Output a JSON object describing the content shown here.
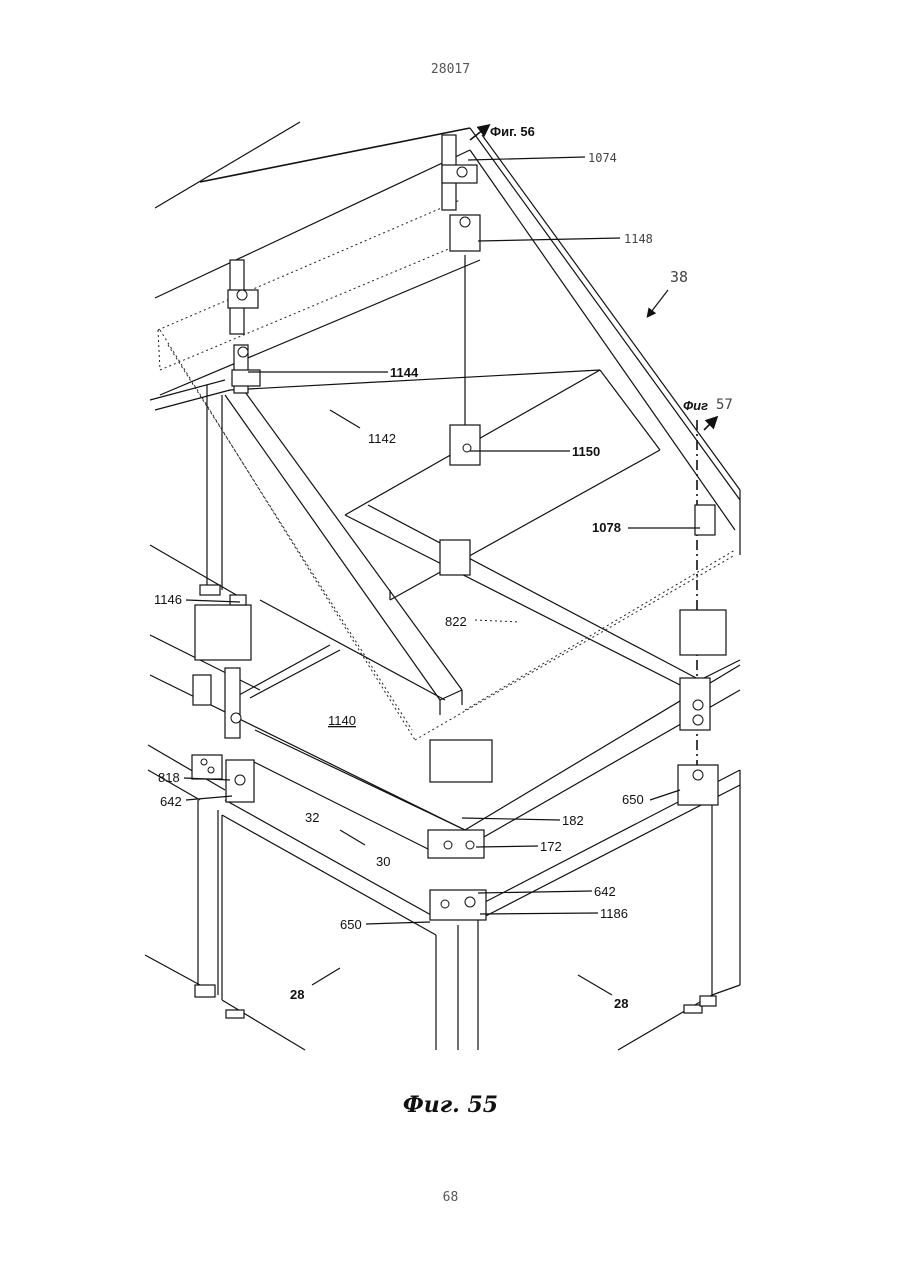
{
  "header": {
    "doc_number": "28017"
  },
  "footer": {
    "page_number": "68"
  },
  "figure": {
    "caption": "Фиг. 55"
  },
  "labels": {
    "fig56": "Фиг. 56",
    "fig57_prefix": "Фиг",
    "fig57_num": "57",
    "l1074": "1074",
    "l1148": "1148",
    "l38": "38",
    "l1144": "1144",
    "l1142": "1142",
    "l1150": "1150",
    "l1078": "1078",
    "l1146": "1146",
    "l822": "822",
    "l1140": "1140",
    "l818": "818",
    "l642a": "642",
    "l32": "32",
    "l182": "182",
    "l650a": "650",
    "l172": "172",
    "l30": "30",
    "l642b": "642",
    "l1186": "1186",
    "l650b": "650",
    "l28a": "28",
    "l28b": "28"
  }
}
